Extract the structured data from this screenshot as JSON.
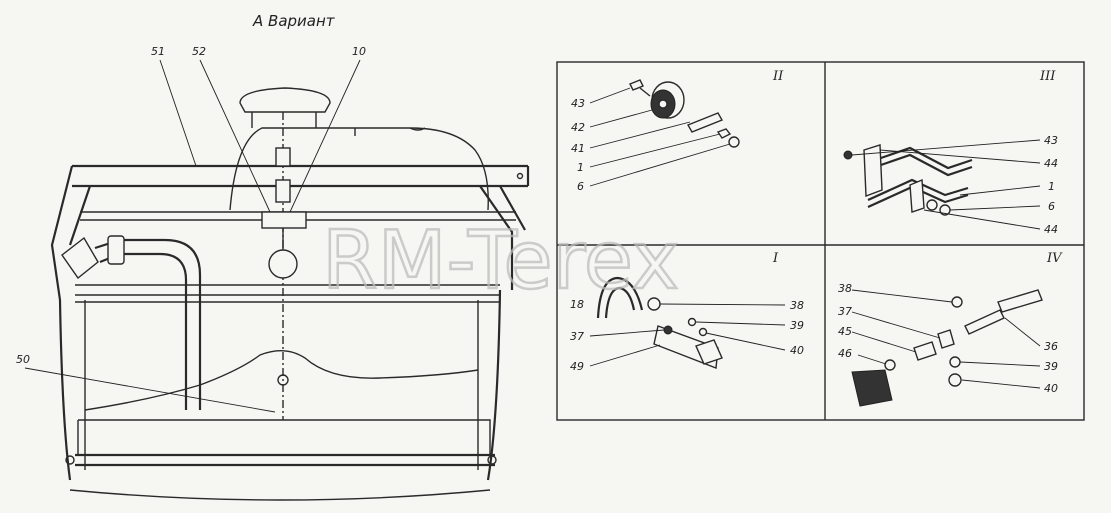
{
  "title": "А Вариант",
  "watermark": "RM-Terex",
  "main_labels": {
    "l51": "51",
    "l52": "52",
    "l10": "10",
    "l50": "50"
  },
  "panels": {
    "II": {
      "numeral": "II",
      "labels": [
        "43",
        "42",
        "41",
        "1",
        "6"
      ]
    },
    "III": {
      "numeral": "III",
      "labels": [
        "43",
        "44",
        "1",
        "6",
        "44"
      ]
    },
    "I": {
      "numeral": "I",
      "labels": [
        "18",
        "37",
        "49",
        "38",
        "39",
        "40"
      ]
    },
    "IV": {
      "numeral": "IV",
      "labels": [
        "38",
        "37",
        "45",
        "46",
        "36",
        "39",
        "40"
      ]
    }
  },
  "colors": {
    "ink": "#2a2a2a",
    "paper": "#f6f6f3",
    "watermark": "#bdbdbd"
  }
}
